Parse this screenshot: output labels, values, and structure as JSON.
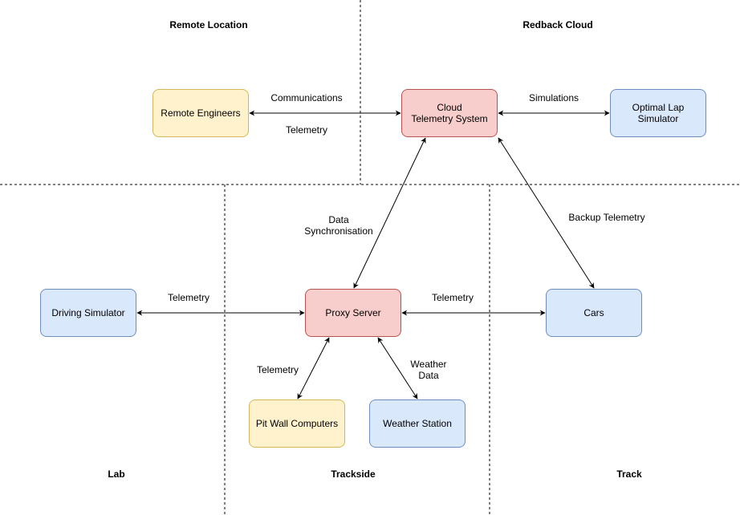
{
  "colors": {
    "yellow_fill": "#fff2cc",
    "yellow_stroke": "#d6b656",
    "red_fill": "#f8cecc",
    "red_stroke": "#b85450",
    "blue_fill": "#dae8fc",
    "blue_stroke": "#6c8ebf",
    "zone_line": "#000000",
    "edge": "#000000"
  },
  "zones": {
    "remote_location": "Remote Location",
    "redback_cloud": "Redback Cloud",
    "lab": "Lab",
    "trackside": "Trackside",
    "track": "Track"
  },
  "nodes": {
    "remote_engineers": "Remote Engineers",
    "cloud_telemetry": "Cloud\nTelemetry System",
    "optimal_lap": "Optimal Lap\nSimulator",
    "driving_simulator": "Driving Simulator",
    "proxy_server": "Proxy Server",
    "cars": "Cars",
    "pit_wall": "Pit Wall Computers",
    "weather_station": "Weather Station"
  },
  "edges": {
    "communications": "Communications",
    "telemetry_remote": "Telemetry",
    "simulations": "Simulations",
    "data_sync": "Data\nSynchronisation",
    "backup_telemetry": "Backup Telemetry",
    "telemetry_lab": "Telemetry",
    "telemetry_track": "Telemetry",
    "telemetry_pit": "Telemetry",
    "weather_data": "Weather\nData"
  }
}
